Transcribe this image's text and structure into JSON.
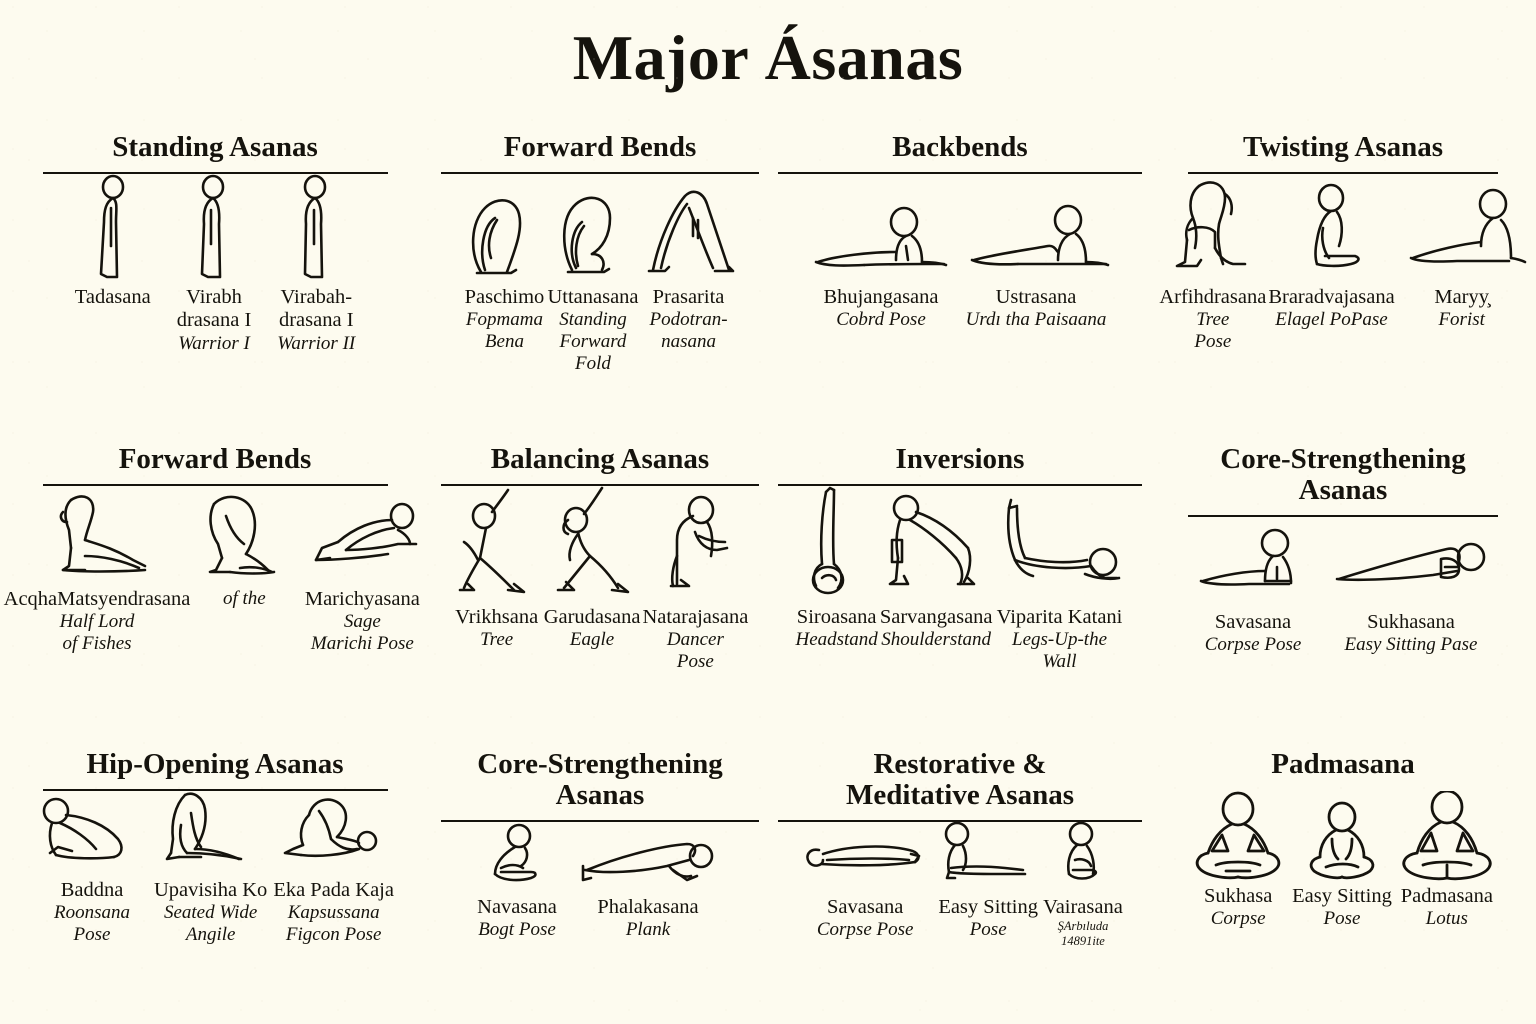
{
  "poster": {
    "title": "Major Ásanas",
    "background_color": "#fdfbef",
    "ink_color": "#15130d"
  },
  "sections": [
    {
      "id": "standing-asanas",
      "heading": "Standing Asanas",
      "poses": [
        {
          "icon": "tadasana-figure",
          "name": "Tadasana",
          "sub": ""
        },
        {
          "icon": "virabhadrasana-i-figure",
          "name": "Virabh\ndrasana I",
          "sub": "Warrior I"
        },
        {
          "icon": "virabhadrasana-ii-figure",
          "name": "Virabah-\ndrasana I",
          "sub": "Warrior II"
        }
      ]
    },
    {
      "id": "forward-bends-1",
      "heading": "Forward Bends",
      "poses": [
        {
          "icon": "paschimottanasana-figure",
          "name": "Paschimo",
          "sub": "Fopmama\nBena"
        },
        {
          "icon": "uttanasana-figure",
          "name": "Uttanasana",
          "sub": "Standing\nForward\nFold"
        },
        {
          "icon": "prasarita-figure",
          "name": "Prasarita",
          "sub": "Podotran-\nnasana"
        }
      ]
    },
    {
      "id": "backbends",
      "heading": "Backbends",
      "poses": [
        {
          "icon": "bhujangasana-figure",
          "name": "Bhujangasana",
          "sub": "Cobrd Pose"
        },
        {
          "icon": "ustrasana-figure",
          "name": "Ustrasana",
          "sub": "Urdı tha Paisaana"
        }
      ]
    },
    {
      "id": "twisting-asanas",
      "heading": "Twisting Asanas",
      "poses": [
        {
          "icon": "ardha-matsyendrasana-figure",
          "name": "Arfihdrasana",
          "sub": "Tree\nPose"
        },
        {
          "icon": "bharadvajasana-figure",
          "name": "Braradvajasana",
          "sub": "Elagel PoPase"
        },
        {
          "icon": "marichyasana-twist-figure",
          "name": "Maryу̧",
          "sub": "Forist"
        }
      ]
    },
    {
      "id": "forward-bends-2",
      "heading": "Forward Bends",
      "poses": [
        {
          "icon": "ardha-matsyendrasana-seated-figure",
          "name": "AcqhaMatsyendrasana",
          "sub": "Half Lord\nof Fishes"
        },
        {
          "icon": "kneeling-fold-figure",
          "name": "",
          "sub": "of the"
        },
        {
          "icon": "marichyasana-figure",
          "name": "Marichyasana",
          "sub": "Sage\nMarichi Pose"
        }
      ]
    },
    {
      "id": "balancing-asanas",
      "heading": "Balancing Asanas",
      "poses": [
        {
          "icon": "vrikshasana-figure",
          "name": "Vrikhsana",
          "sub": "Tree"
        },
        {
          "icon": "garudasana-figure",
          "name": "Garudasana",
          "sub": "Eagle"
        },
        {
          "icon": "natarajasana-figure",
          "name": "Natarajasana",
          "sub": "Dancer\nPose"
        }
      ]
    },
    {
      "id": "inversions",
      "heading": "Inversions",
      "poses": [
        {
          "icon": "sirsasana-figure",
          "name": "Siroasana",
          "sub": "Headstand"
        },
        {
          "icon": "sarvangasana-figure",
          "name": "Sarvangasana",
          "sub": "Shoulderstand"
        },
        {
          "icon": "viparita-karani-figure",
          "name": "Viparita Katani",
          "sub": "Legs-Up-the\nWall"
        }
      ]
    },
    {
      "id": "core-strengthening-1",
      "heading": "Core-Strengthening\nAsanas",
      "poses": [
        {
          "icon": "savasana-seated-figure",
          "name": "Savasana",
          "sub": "Corpse Pose"
        },
        {
          "icon": "sukhasana-lying-figure",
          "name": "Sukhasana",
          "sub": "Easy Sitting Pase"
        }
      ]
    },
    {
      "id": "hip-opening-asanas",
      "heading": "Hip-Opening Asanas",
      "poses": [
        {
          "icon": "baddha-konasana-figure",
          "name": "Baddna",
          "sub": "Roonsana\nPose"
        },
        {
          "icon": "upavistha-konasana-figure",
          "name": "Upavisiha Ko",
          "sub": "Seated Wide\nAngile"
        },
        {
          "icon": "eka-pada-kapotasana-figure",
          "name": "Eka Pada Kaja",
          "sub": "Kapsussana\nFigcon Pose"
        }
      ]
    },
    {
      "id": "core-strengthening-2",
      "heading": "Core-Strengthening\nAsanas",
      "poses": [
        {
          "icon": "navasana-figure",
          "name": "Navasana",
          "sub": "Bogt Pose"
        },
        {
          "icon": "phalakasana-figure",
          "name": "Phalakasana",
          "sub": "Plank"
        }
      ]
    },
    {
      "id": "restorative-meditative-asanas",
      "heading": "Restorative &\nMeditative Asanas",
      "poses": [
        {
          "icon": "savasana-lying-figure",
          "name": "Savasana",
          "sub": "Corpse Pose"
        },
        {
          "icon": "easy-sitting-figure",
          "name": "Easy Sitting",
          "sub": "Pose"
        },
        {
          "icon": "vajrasana-figure",
          "name": "Vairasana",
          "sub": "ŞArbıluda\n14891ite",
          "sub_tiny": true
        }
      ]
    },
    {
      "id": "padmasana",
      "heading": "Padmasana",
      "poses": [
        {
          "icon": "sukhasana-lotus-figure",
          "name": "Sukhasa",
          "sub": "Corpse"
        },
        {
          "icon": "easy-sitting-lotus-figure",
          "name": "Easy Sitting",
          "sub": "Pose"
        },
        {
          "icon": "padmasana-lotus-figure",
          "name": "Padmasana",
          "sub": "Lotus"
        }
      ]
    }
  ]
}
